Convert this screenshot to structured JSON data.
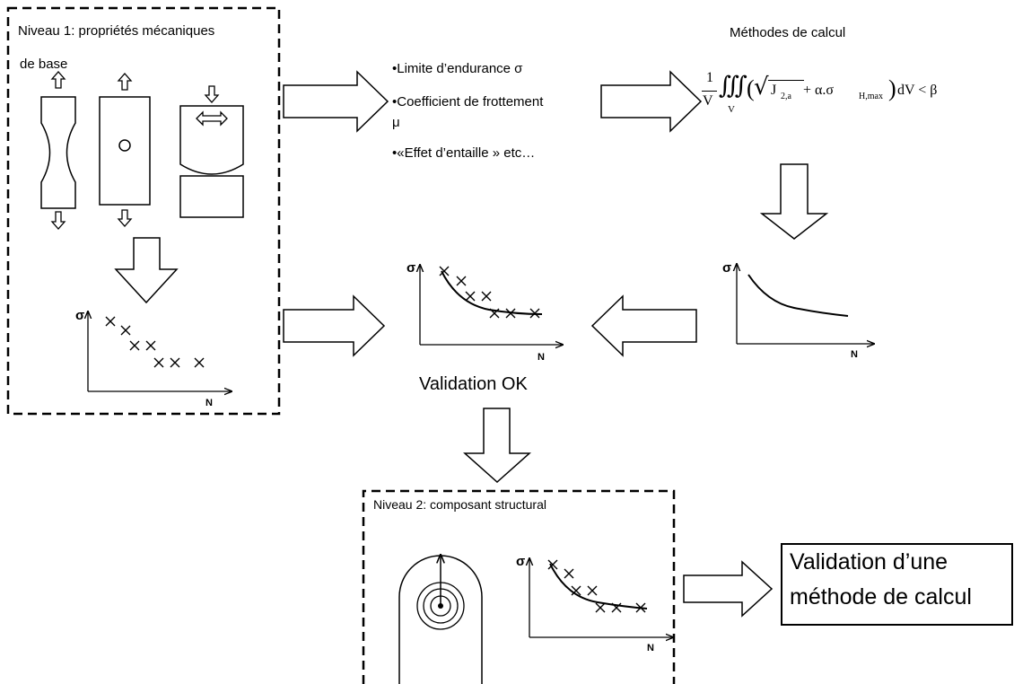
{
  "level1": {
    "title_line1": "Niveau 1: propriétés mécaniques",
    "title_line2": "de base"
  },
  "properties": {
    "item1": "•Limite d’endurance σ",
    "item2_line1": "•Coefficient de frottement",
    "item2_line2": "μ",
    "item3": "•«Effet d’entaille » etc…"
  },
  "methods": {
    "title": "Méthodes de calcul",
    "formula": {
      "frac_num": "1",
      "frac_den": "V",
      "integral": "∭",
      "integral_sub": "V",
      "open": "(",
      "sqrt": "√",
      "J": "J",
      "J_sub": "2,a",
      "plus_alpha": " + α.σ",
      "sigma_sub": "H,max",
      "close": ")",
      "tail": "dV < β"
    }
  },
  "axes": {
    "sigma": "σ",
    "n": "N"
  },
  "validation_ok": "Validation OK",
  "level2": {
    "title": "Niveau 2: composant structural"
  },
  "result": {
    "line1": "Validation d’une",
    "line2": "méthode de calcul"
  }
}
